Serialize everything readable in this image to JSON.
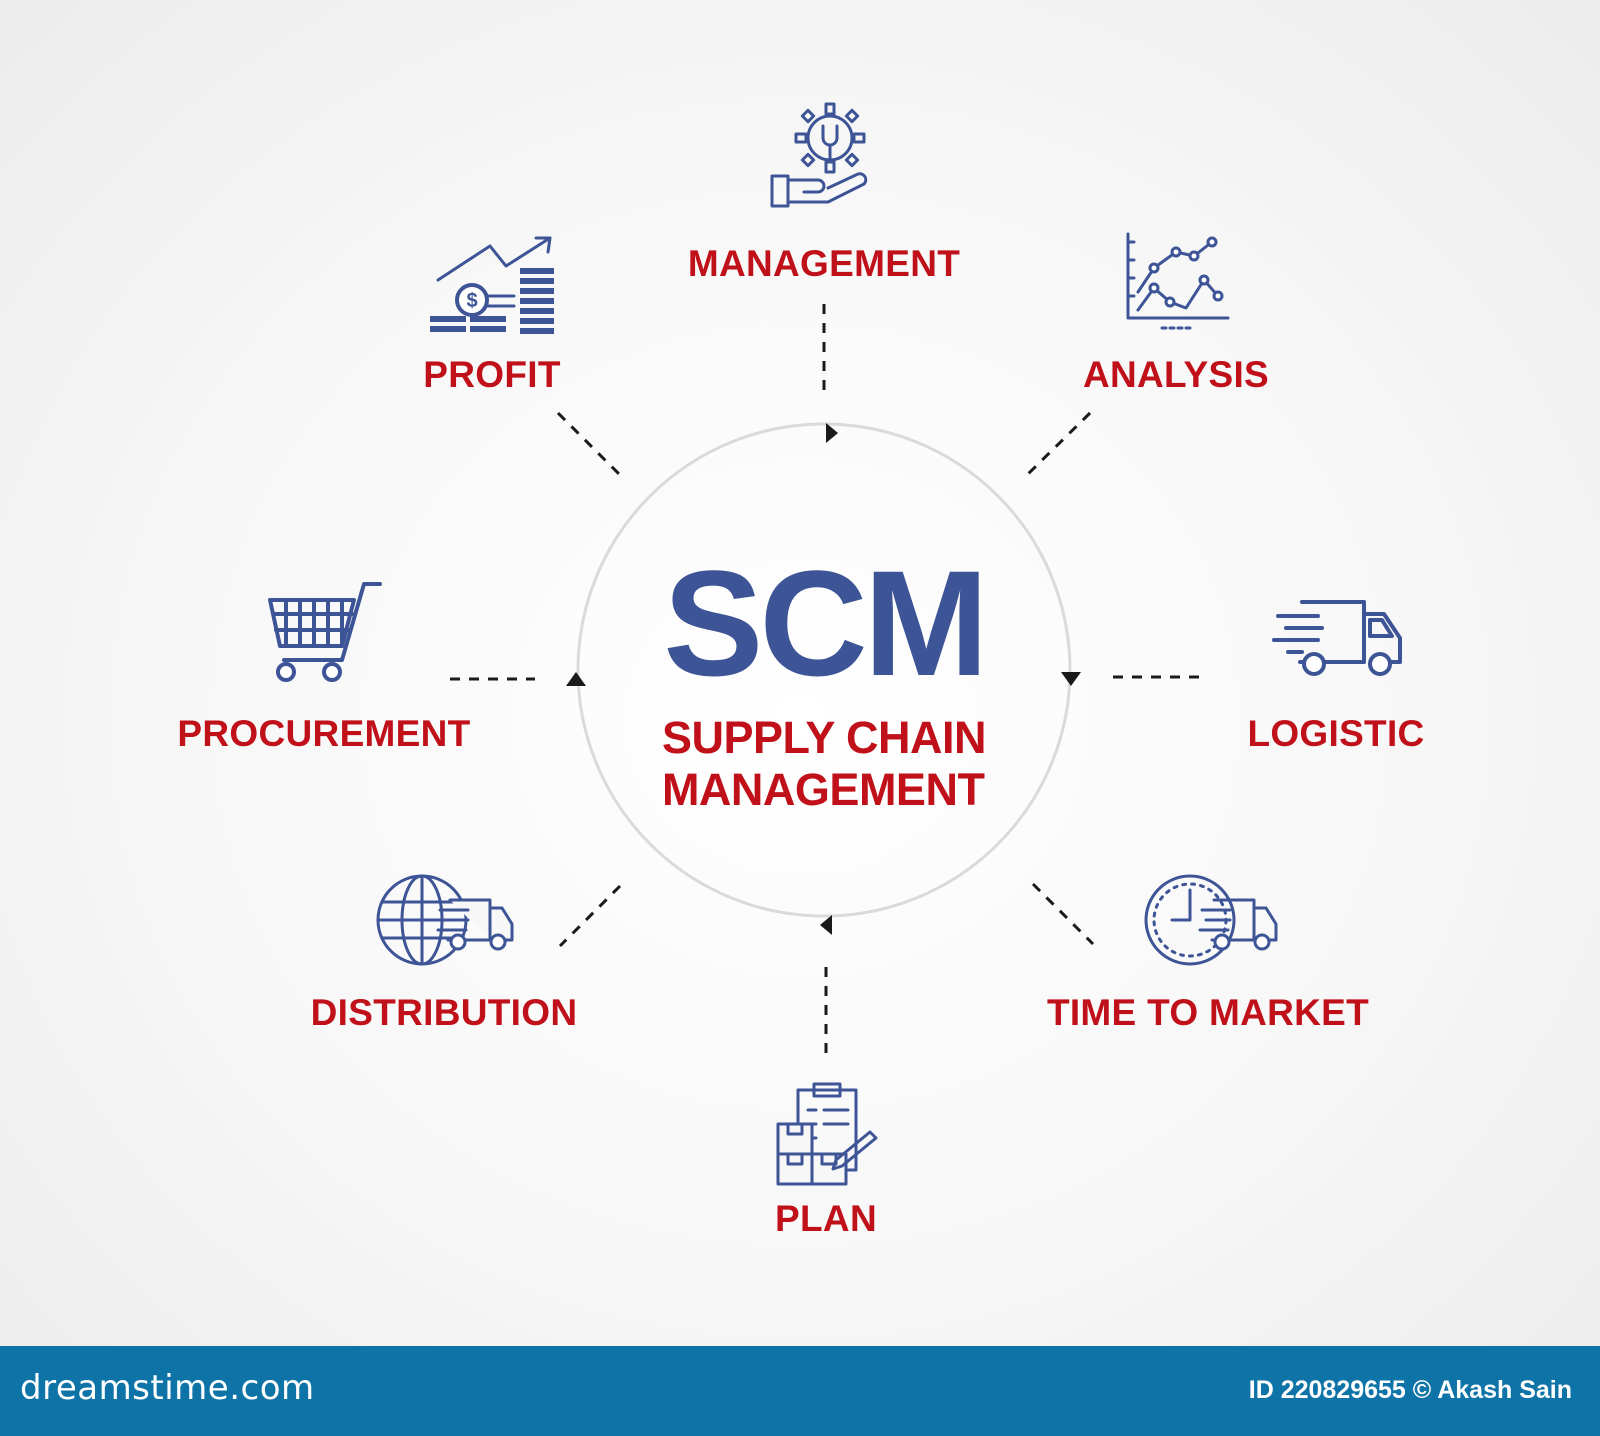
{
  "center": {
    "title": "SCM",
    "subtitle_line1": "SUPPLY CHAIN",
    "subtitle_line2": "MANAGEMENT"
  },
  "nodes": [
    {
      "id": "management",
      "label": "MANAGEMENT",
      "icon": "gear-hand-icon"
    },
    {
      "id": "analysis",
      "label": "ANALYSIS",
      "icon": "line-chart-icon"
    },
    {
      "id": "logistic",
      "label": "LOGISTIC",
      "icon": "delivery-truck-icon"
    },
    {
      "id": "time-to-market",
      "label": "TIME TO MARKET",
      "icon": "clock-truck-icon"
    },
    {
      "id": "plan",
      "label": "PLAN",
      "icon": "clipboard-boxes-icon"
    },
    {
      "id": "distribution",
      "label": "DISTRIBUTION",
      "icon": "globe-truck-icon"
    },
    {
      "id": "procurement",
      "label": "PROCUREMENT",
      "icon": "shopping-cart-icon"
    },
    {
      "id": "profit",
      "label": "PROFIT",
      "icon": "coins-growth-icon"
    }
  ],
  "colors": {
    "label_red": "#c0111a",
    "icon_blue": "#3d5496",
    "ring_gray": "#d6d6d6",
    "footer_blue": "#0e74a8"
  },
  "footer": {
    "brand": "dreamstime.com",
    "credit": "ID 220829655 © Akash Sain"
  }
}
